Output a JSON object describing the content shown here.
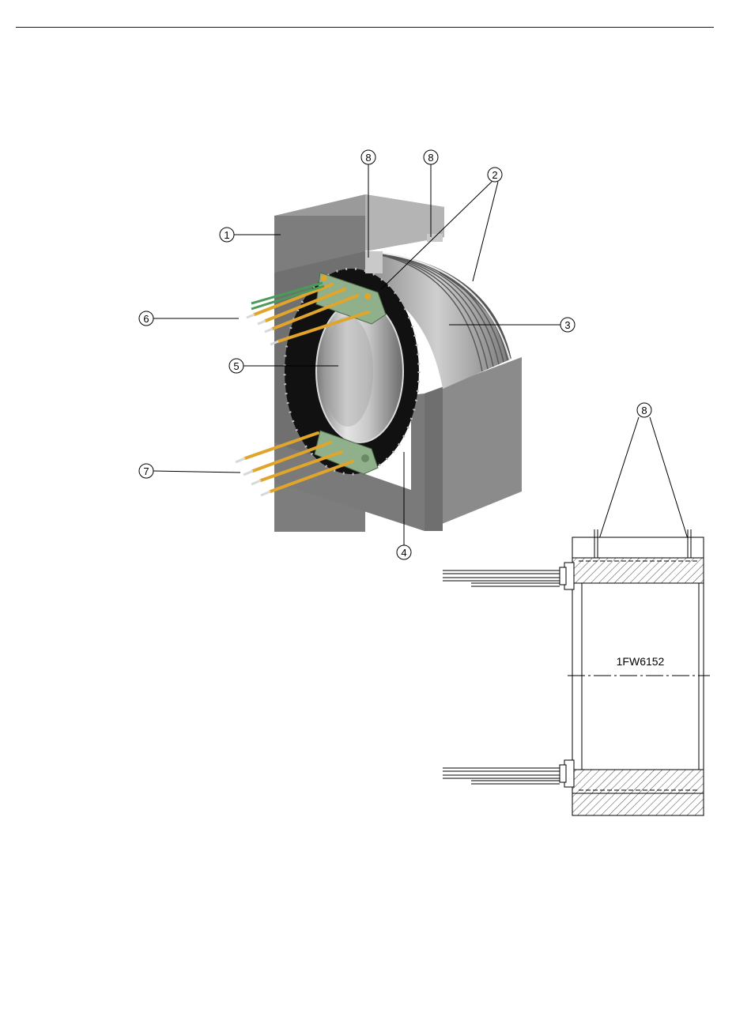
{
  "callouts": {
    "c1": "1",
    "c2": "2",
    "c3": "3",
    "c4": "4",
    "c5": "5",
    "c6": "6",
    "c7": "7",
    "c8a": "8",
    "c8b": "8",
    "c8c": "8"
  },
  "section": {
    "model": "1FW6152"
  },
  "colors": {
    "housing_light": "#8e8e8e",
    "housing_dark": "#6f6f6f",
    "winding": "#a9a9a9",
    "rotor": "#b8b8b8",
    "sleeve": "#111111",
    "connector_plate": "#8fb08a",
    "cable": "#e0a52a"
  }
}
